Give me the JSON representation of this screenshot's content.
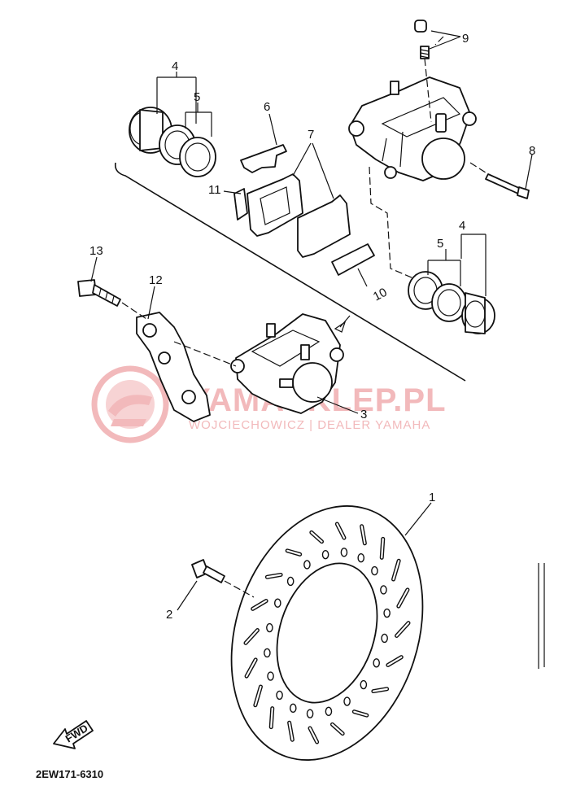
{
  "callouts": {
    "c1": "1",
    "c2": "2",
    "c3": "3",
    "c4a": "4",
    "c4b": "4",
    "c5a": "5",
    "c5b": "5",
    "c6": "6",
    "c7": "7",
    "c8": "8",
    "c9": "9",
    "c10": "10",
    "c11": "11",
    "c12": "12",
    "c13": "13"
  },
  "fwd_label": "FWD",
  "diagram_code": "2EW171-6310",
  "watermark": {
    "title": "YAMASKLEP.PL",
    "subtitle": "WOJCIECHOWICZ | DEALER YAMAHA"
  },
  "colors": {
    "ink": "#111111",
    "watermark": "#f2b9bb"
  }
}
